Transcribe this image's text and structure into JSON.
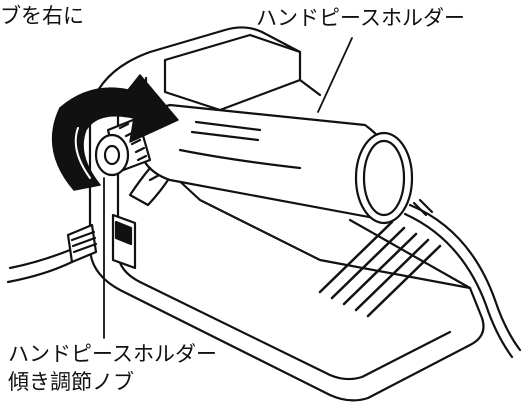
{
  "labels": {
    "knob_instruction_partial": "ブを右に",
    "handpiece_holder": "ハンドピースホルダー",
    "tilt_knob_line1": "ハンドピースホルダー",
    "tilt_knob_line2": "傾き調節ノブ"
  },
  "icons": [
    "rotation-arrow-icon",
    "tilt-knob-icon",
    "power-switch-icon",
    "power-cord-plug-icon"
  ],
  "colors": {
    "ink": "#111111",
    "background": "#ffffff"
  }
}
